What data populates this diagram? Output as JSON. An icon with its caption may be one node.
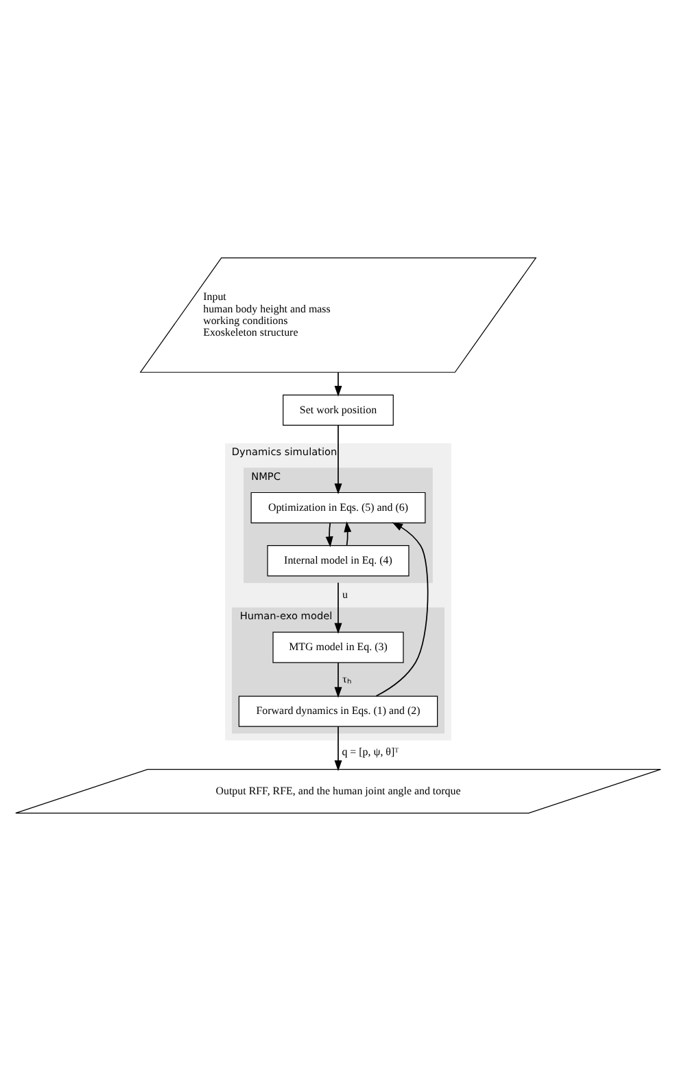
{
  "diagram": {
    "nodes": [
      {
        "text": [
          "Input",
          "human body height and mass",
          "working conditions",
          "Exoskeleton structure"
        ]
      },
      {
        "text": [
          "Set work position"
        ]
      },
      {
        "text": [
          "Dynamics simulation"
        ]
      },
      {
        "text": [
          "NMPC"
        ],
        "in": 2
      },
      {
        "text": [
          "Optimization in Eqs. (5) and (6)"
        ],
        "in": 3
      },
      {
        "text": [
          "Internal model in Eq. (4)"
        ],
        "in": 3
      },
      {
        "text": [
          "Human-exo model"
        ],
        "in": 2
      },
      {
        "text": [
          "MTG model in Eq. (3)"
        ],
        "in": 6
      },
      {
        "text": [
          "Forward dynamics in Eqs. (1) and (2)"
        ],
        "in": 6
      },
      {
        "text": [
          "Output RFF, RFE, and the human joint angle and torque"
        ]
      }
    ],
    "edges": [
      {
        "from": 0,
        "to": 1,
        "arrow": "to"
      },
      {
        "from": 1,
        "to": 4,
        "arrow": "to"
      },
      {
        "from": 4,
        "to": 5,
        "arrow": "to"
      },
      {
        "from": 5,
        "to": 4,
        "arrow": "to"
      },
      {
        "from": 3,
        "to": 7,
        "arrow": "to",
        "label": "u"
      },
      {
        "from": 7,
        "to": 8,
        "arrow": "to",
        "label": "τₕ"
      },
      {
        "from": 8,
        "to": 9,
        "arrow": "to",
        "label": "q = [p, ψ, θ]ᵀ"
      },
      {
        "from": 8,
        "to": 4,
        "arrow": "to"
      }
    ]
  }
}
